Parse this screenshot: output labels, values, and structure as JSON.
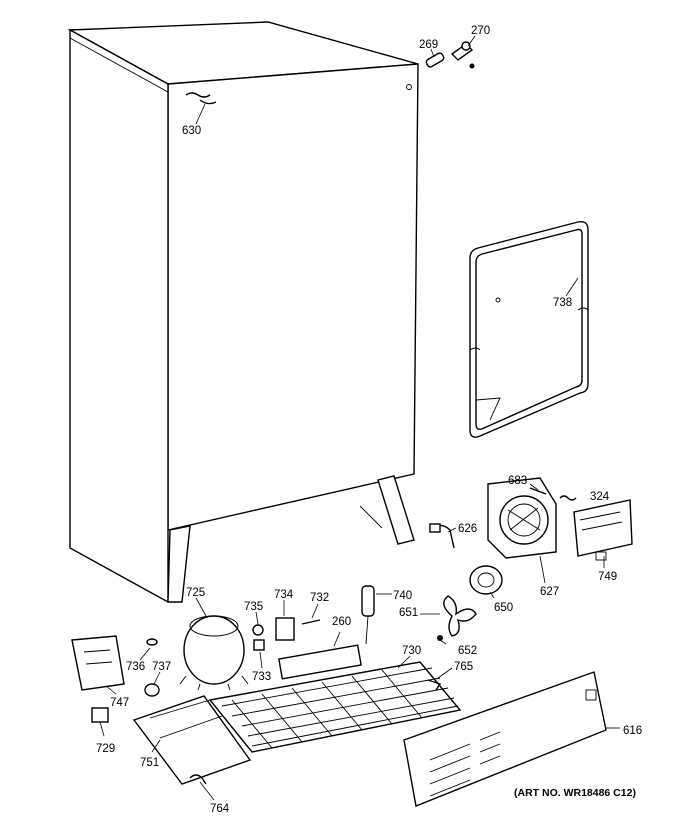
{
  "art_number": "(ART NO. WR18486 C12)",
  "callouts": {
    "c630": "630",
    "c269": "269",
    "c270": "270",
    "c738": "738",
    "c683": "683",
    "c324": "324",
    "c626": "626",
    "c627": "627",
    "c749": "749",
    "c650": "650",
    "c651": "651",
    "c652": "652",
    "c725": "725",
    "c735": "735",
    "c734": "734",
    "c732": "732",
    "c740": "740",
    "c260": "260",
    "c730": "730",
    "c765": "765",
    "c736": "736",
    "c737": "737",
    "c733": "733",
    "c747": "747",
    "c729": "729",
    "c751": "751",
    "c764": "764",
    "c616": "616"
  }
}
